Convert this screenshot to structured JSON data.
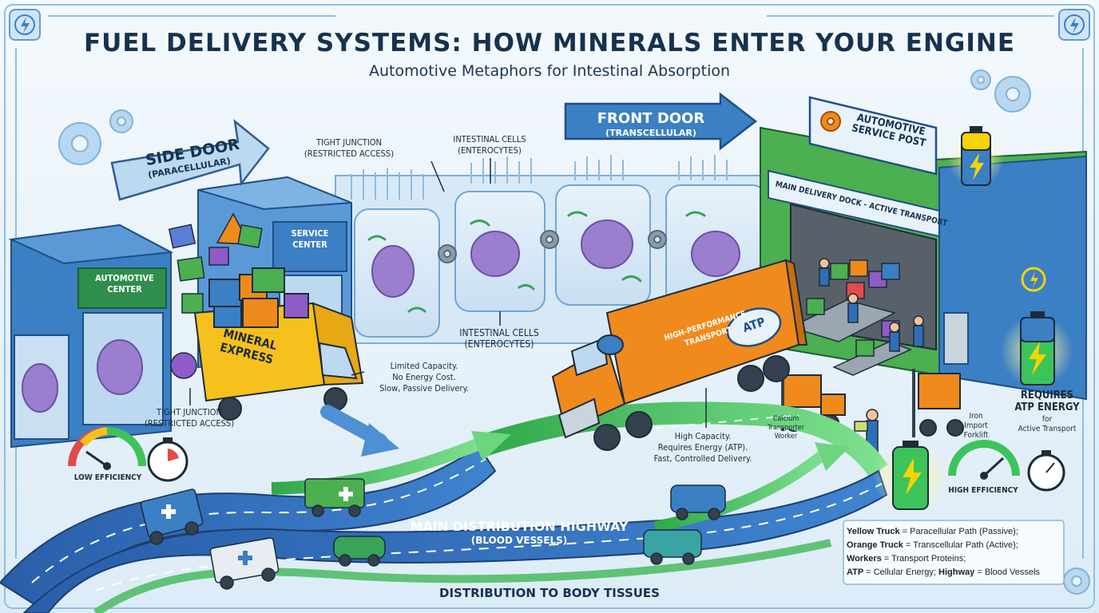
{
  "title": "FUEL DELIVERY SYSTEMS: HOW MINERALS ENTER YOUR ENGINE",
  "subtitle": "Automotive Metaphors for Intestinal Absorption",
  "side_door": {
    "label": "SIDE DOOR",
    "sub": "(PARACELLULAR)"
  },
  "front_door": {
    "label": "FRONT DOOR",
    "sub": "(TRANSCELLULAR)"
  },
  "tight_junction_top": "TIGHT JUNCTION\n(RESTRICTED ACCESS)",
  "tight_junction_bottom": "TIGHT JUNCTION\n(RESTRICTED ACCESS)",
  "cells_top": "INTESTINAL CELLS\n(ENTEROCYTES)",
  "cells_bottom": "INTESTINAL CELLS\n(ENTEROCYTES)",
  "automotive_center": "AUTOMOTIVE\nCENTER",
  "service_center": "SERVICE\nCENTER",
  "service_post": "AUTOMOTIVE\nSERVICE POST",
  "delivery_dock": "MAIN DELIVERY DOCK - ACTIVE TRANSPORT",
  "yellow_truck": "MINERAL\nEXPRESS",
  "orange_truck": "HIGH-PERFORMANCE\nTRANSPORT",
  "atp_badge": "ATP",
  "passive_note": "Limited Capacity.\nNo Energy Cost.\nSlow, Passive Delivery.",
  "active_note": "High Capacity.\nRequires Energy (ATP).\nFast, Controlled Delivery.",
  "worker_label": "Calcium\nTransporter\nWorker",
  "forklift_label": "Iron\nImport\nForklift",
  "atp_requirement": {
    "main": "REQUIRES\nATP ENERGY",
    "sub": "for\nActive Transport"
  },
  "low_efficiency": "LOW EFFICIENCY",
  "high_efficiency": "HIGH EFFICIENCY",
  "highway": {
    "label": "MAIN DISTRIBUTION HIGHWAY",
    "sub": "(BLOOD VESSELS)"
  },
  "bottom_label": "DISTRIBUTION TO BODY TISSUES",
  "legend": [
    {
      "key": "Yellow Truck",
      "text": " = Paracellular Path (Passive);"
    },
    {
      "key": "Orange Truck",
      "text": " = Transcellular Path (Active);"
    },
    {
      "key": "Workers",
      "text": " = Transport Proteins;"
    },
    {
      "key": "ATP",
      "text": " = Cellular Energy; ",
      "key2": "Highway",
      "text2": " = Blood Vessels"
    }
  ],
  "colors": {
    "yellow_truck": "#f6c11c",
    "orange_truck": "#f08a1c",
    "highway": "#2e64b4",
    "green_arrow": "#3cc45a",
    "building_green": "#4caf50",
    "building_blue": "#3b7fc4",
    "battery": "#f5d400"
  }
}
